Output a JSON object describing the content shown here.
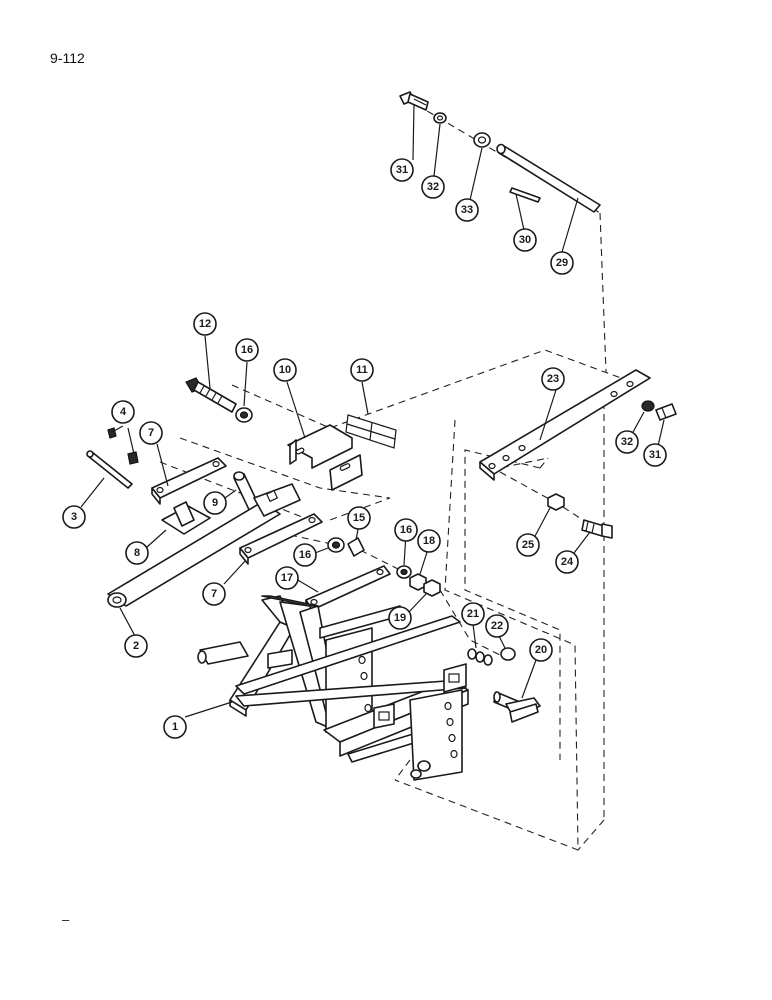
{
  "page": {
    "number": "9-112",
    "footer_mark": "–"
  },
  "callouts": [
    {
      "id": "c1",
      "label": "1"
    },
    {
      "id": "c2",
      "label": "2"
    },
    {
      "id": "c3",
      "label": "3"
    },
    {
      "id": "c4",
      "label": "4"
    },
    {
      "id": "c7a",
      "label": "7"
    },
    {
      "id": "c7b",
      "label": "7"
    },
    {
      "id": "c8",
      "label": "8"
    },
    {
      "id": "c9",
      "label": "9"
    },
    {
      "id": "c10",
      "label": "10"
    },
    {
      "id": "c11",
      "label": "11"
    },
    {
      "id": "c12",
      "label": "12"
    },
    {
      "id": "c15",
      "label": "15"
    },
    {
      "id": "c16a",
      "label": "16"
    },
    {
      "id": "c16b",
      "label": "16"
    },
    {
      "id": "c16c",
      "label": "16"
    },
    {
      "id": "c17",
      "label": "17"
    },
    {
      "id": "c18",
      "label": "18"
    },
    {
      "id": "c19",
      "label": "19"
    },
    {
      "id": "c20",
      "label": "20"
    },
    {
      "id": "c21",
      "label": "21"
    },
    {
      "id": "c22",
      "label": "22"
    },
    {
      "id": "c23",
      "label": "23"
    },
    {
      "id": "c24",
      "label": "24"
    },
    {
      "id": "c25",
      "label": "25"
    },
    {
      "id": "c29",
      "label": "29"
    },
    {
      "id": "c30",
      "label": "30"
    },
    {
      "id": "c31a",
      "label": "31"
    },
    {
      "id": "c31b",
      "label": "31"
    },
    {
      "id": "c32a",
      "label": "32"
    },
    {
      "id": "c32b",
      "label": "32"
    },
    {
      "id": "c33",
      "label": "33"
    }
  ]
}
